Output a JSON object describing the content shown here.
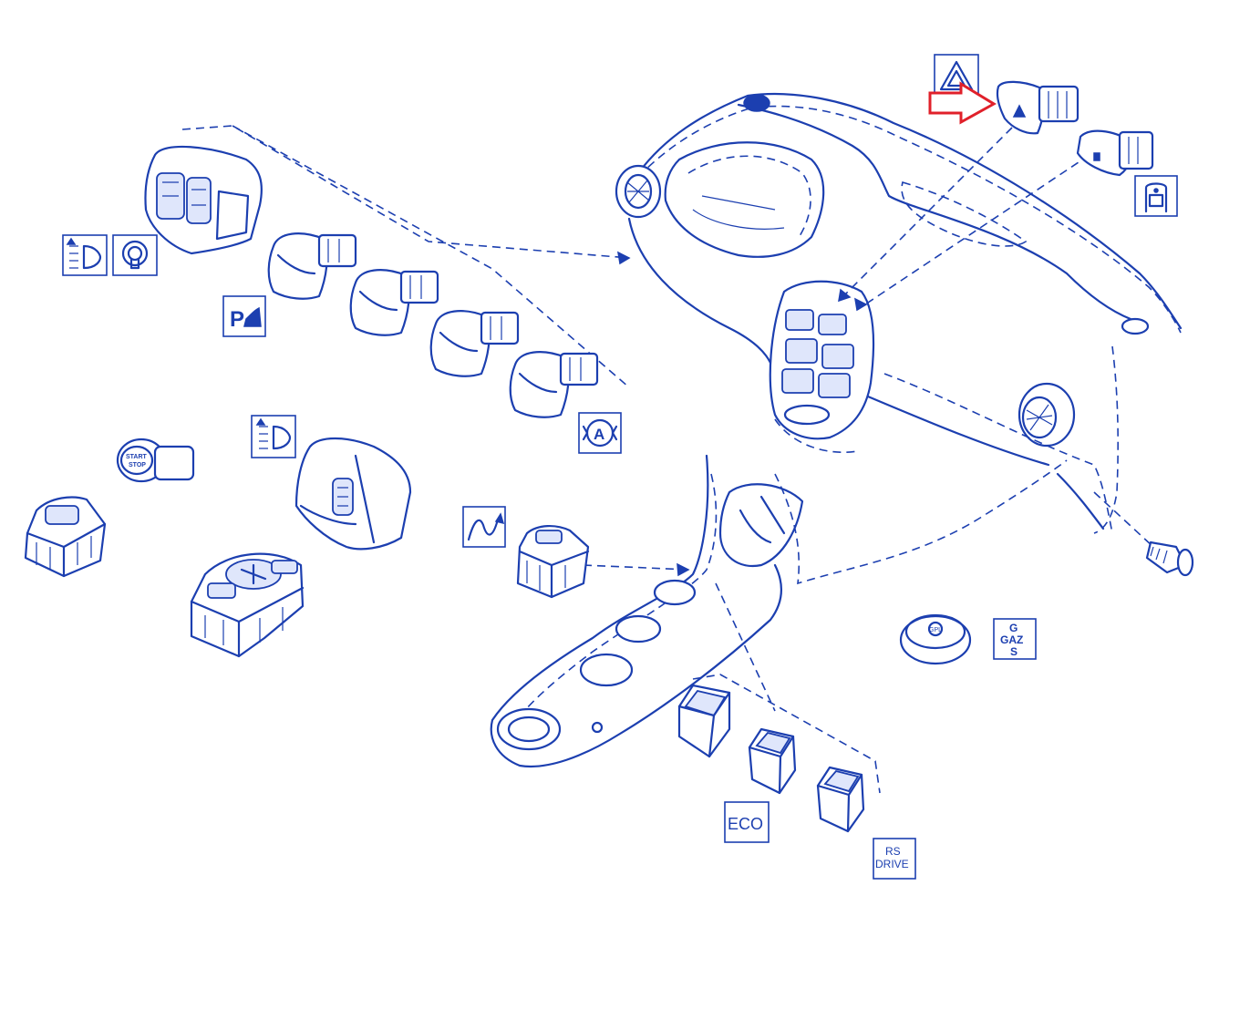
{
  "colors": {
    "line": "#1c3fb0",
    "highlight": "#e0202a",
    "background": "#ffffff"
  },
  "labels": {
    "parking_sensor": "P",
    "eco": "ECO",
    "rs_drive_line1": "RS",
    "rs_drive_line2": "DRIVE",
    "gaz_line1": "G",
    "gaz_line2": "GAZ",
    "gaz_line3": "S",
    "auto_stop": "A",
    "start_stop_line1": "START",
    "start_stop_line2": "STOP",
    "gpl_button": "GPL"
  },
  "icons": [
    "hazard-warning-icon",
    "door-lock-icon",
    "headlight-beam-adjust-icon",
    "dashboard-lighting-icon",
    "parking-sensor-icon",
    "auto-stop-start-icon",
    "headlight-beam-adjust-icon-2",
    "signal-curve-icon",
    "eco-mode-icon",
    "rs-drive-icon",
    "gas-lpg-icon"
  ],
  "highlight": {
    "target": "hazard-warning-switch",
    "indicator": "red-arrow"
  }
}
